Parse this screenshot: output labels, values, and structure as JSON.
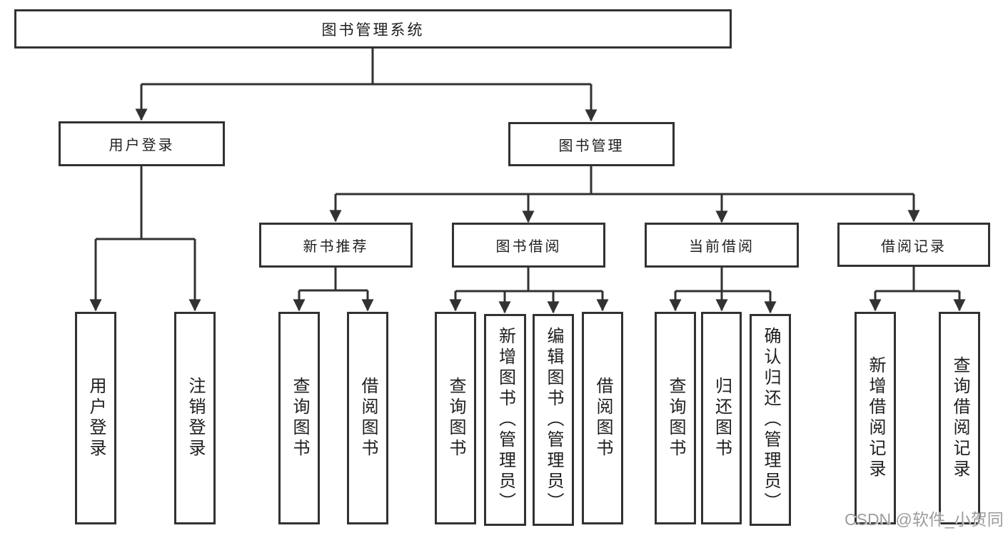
{
  "diagram_title": "图书管理系统",
  "tree": {
    "root": {
      "label": "图书管理系统",
      "children": [
        {
          "label": "用户登录",
          "children": [
            {
              "label": "用户登录"
            },
            {
              "label": "注销登录"
            }
          ]
        },
        {
          "label": "图书管理",
          "children": [
            {
              "label": "新书推荐",
              "children": [
                {
                  "label": "查询图书"
                },
                {
                  "label": "借阅图书"
                }
              ]
            },
            {
              "label": "图书借阅",
              "children": [
                {
                  "label": "查询图书"
                },
                {
                  "label": "新增图书（管理员）"
                },
                {
                  "label": "编辑图书（管理员）"
                },
                {
                  "label": "借阅图书"
                }
              ]
            },
            {
              "label": "当前借阅",
              "children": [
                {
                  "label": "查询图书"
                },
                {
                  "label": "归还图书"
                },
                {
                  "label": "确认归还（管理员）"
                }
              ]
            },
            {
              "label": "借阅记录",
              "children": [
                {
                  "label": "新增借阅记录"
                },
                {
                  "label": "查询借阅记录"
                }
              ]
            }
          ]
        }
      ]
    }
  },
  "watermark": {
    "text": "CSDN @软件_小贺同学"
  },
  "colors": {
    "line": "#323232",
    "box_border": "#323232",
    "text": "#1e1e1e",
    "watermark": "#9c9c9c",
    "background": "#ffffff"
  }
}
